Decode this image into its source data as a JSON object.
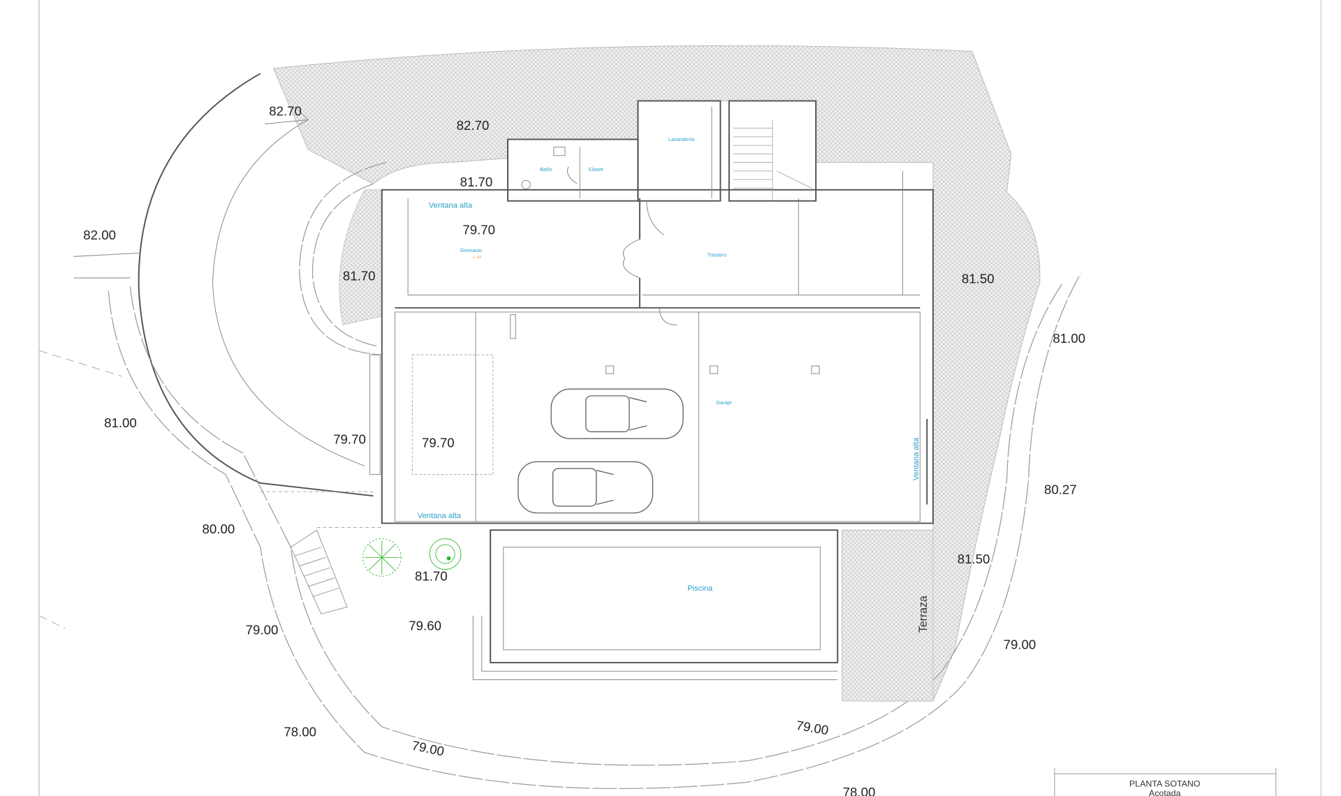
{
  "plan": {
    "title": "PLANTA SOTANO",
    "subtitle": "Acotada"
  },
  "elevations": [
    "82.70",
    "82.70",
    "81.70",
    "79.70",
    "82.00",
    "81.70",
    "81.50",
    "81.00",
    "81.00",
    "79.70",
    "79.70",
    "80.27",
    "80.00",
    "81.70",
    "81.50",
    "79.00",
    "79.60",
    "79.00",
    "78.00",
    "79.00",
    "79.00",
    "78.00"
  ],
  "rooms": {
    "gym": "Gimnasio",
    "storage": "Trastero",
    "garage": "Garaje",
    "laundry": "Lavandería",
    "bath": "Baño",
    "closet": "Closet",
    "pool": "Piscina",
    "terrace": "Terraza"
  },
  "windows": {
    "gym_window": "Ventana alta",
    "garage_window_bottom": "Ventana alta",
    "garage_window_right": "Ventana alta"
  },
  "colors": {
    "hatch": "#c8c8c8",
    "room_label": "#2a9fc9",
    "area_label": "#e8a040",
    "tree": "#2cb52c"
  }
}
